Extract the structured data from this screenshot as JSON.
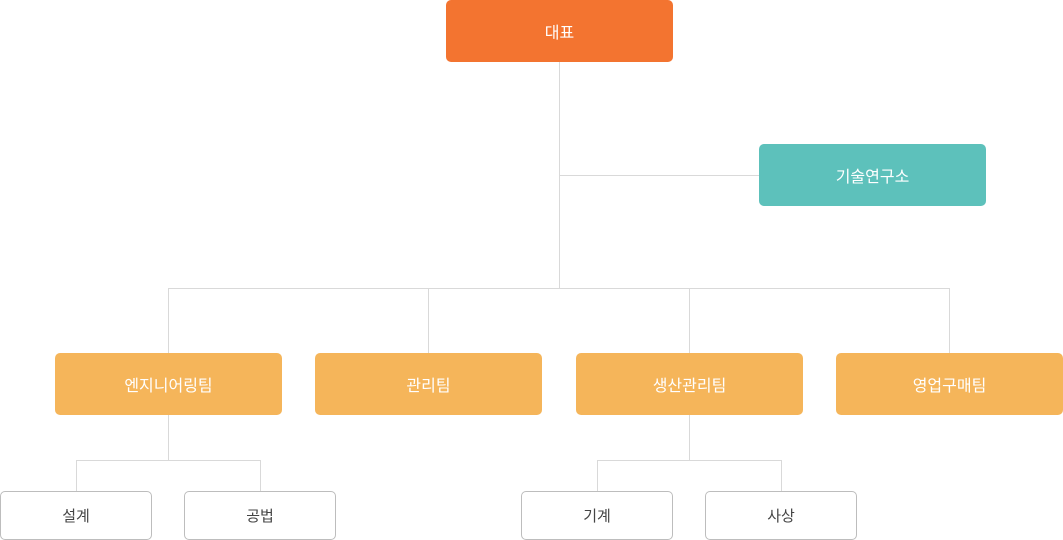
{
  "org_chart": {
    "ceo": {
      "label": "대표",
      "color": "#f37430"
    },
    "lab": {
      "label": "기술연구소",
      "color": "#5dc1bb"
    },
    "teams": [
      {
        "label": "엔지니어링팀",
        "sub_units": [
          "설계",
          "공법"
        ]
      },
      {
        "label": "관리팀",
        "sub_units": []
      },
      {
        "label": "생산관리팀",
        "sub_units": [
          "기계",
          "사상"
        ]
      },
      {
        "label": "영업구매팀",
        "sub_units": []
      }
    ],
    "team_color": "#f5b55a",
    "sub_unit_border_color": "#bdbdbd",
    "connector_color": "#d9d9d9"
  }
}
